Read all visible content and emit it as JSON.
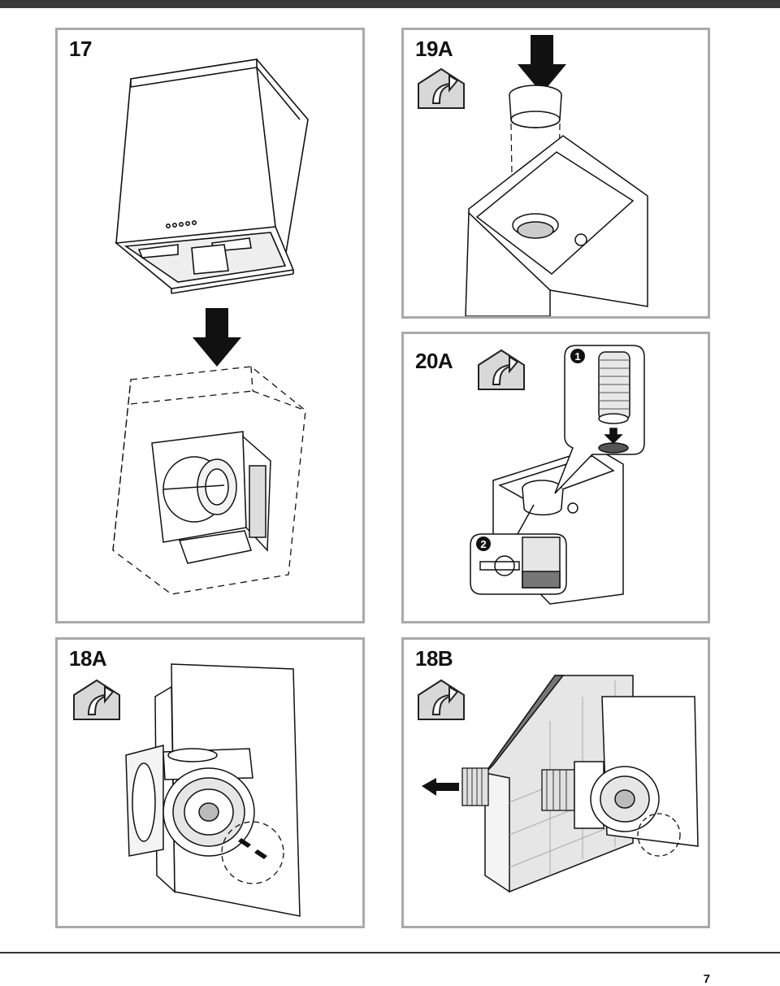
{
  "panels": {
    "p17": {
      "label": "17"
    },
    "p19a": {
      "label": "19A"
    },
    "p20a": {
      "label": "20A",
      "step1": "1",
      "step2": "2"
    },
    "p18a": {
      "label": "18A"
    },
    "p18b": {
      "label": "18B"
    }
  },
  "page": {
    "number": "7"
  },
  "icons": {
    "down_arrow": "down-arrow-icon",
    "ducting": "house-duct-icon"
  },
  "colors": {
    "frame": "#a9a9a9",
    "top_bar": "#3a3a3a",
    "line": "#111111"
  }
}
